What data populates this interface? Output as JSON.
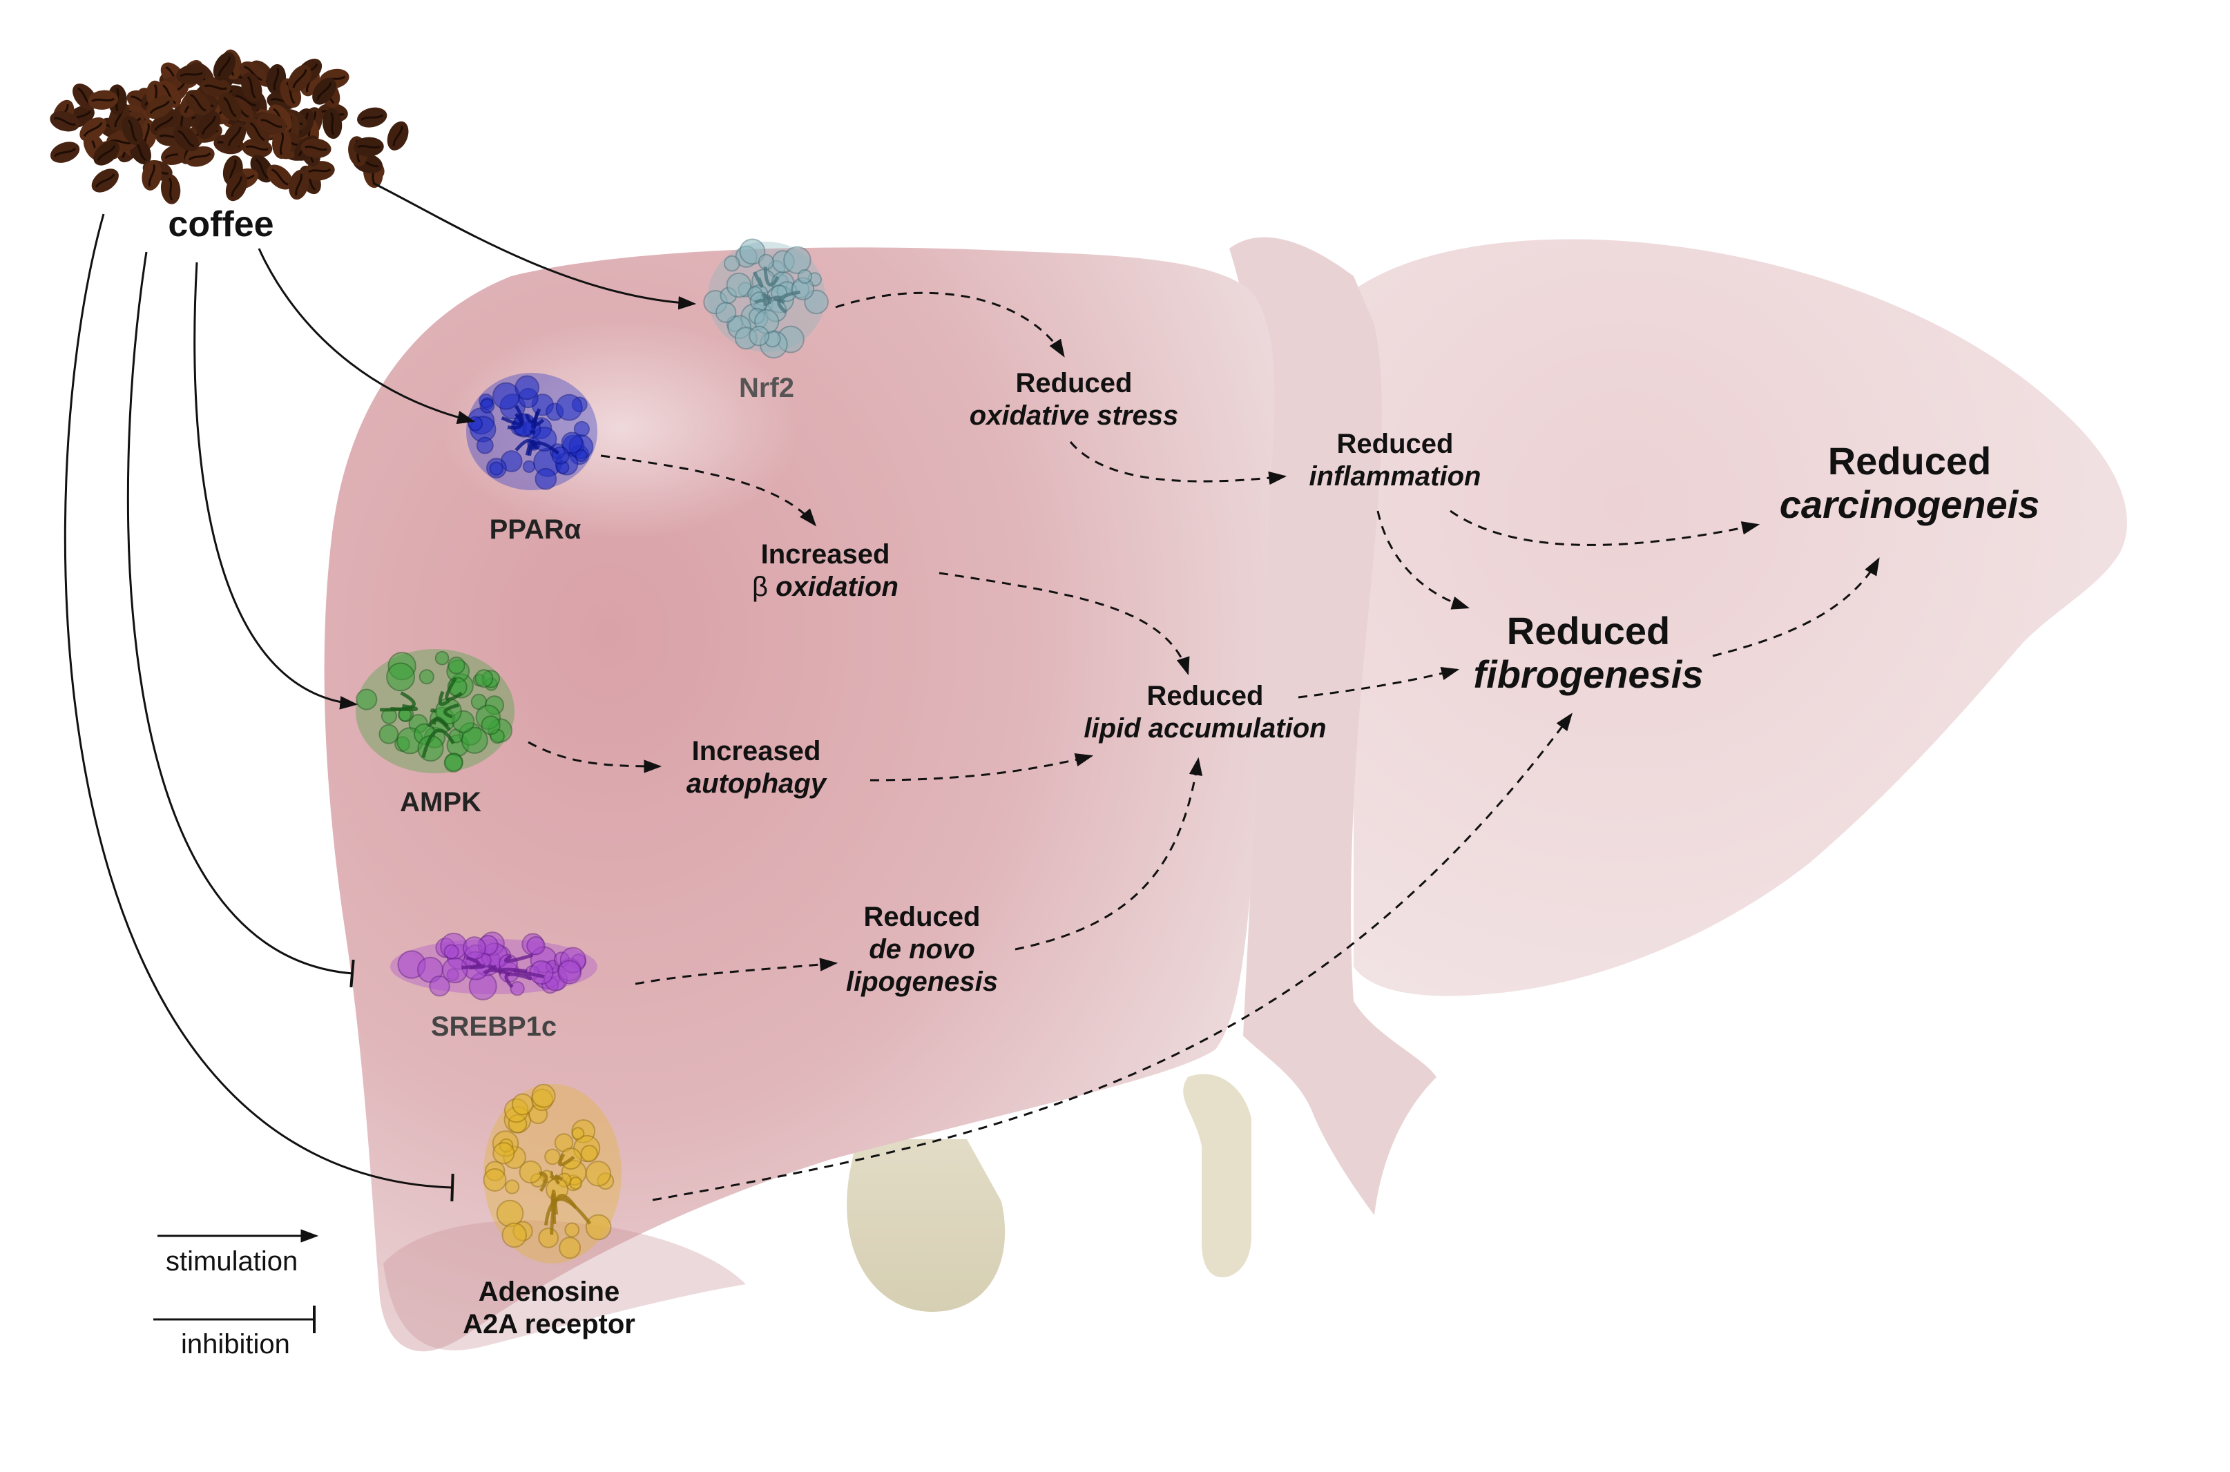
{
  "source": {
    "label": "coffee"
  },
  "proteins": [
    {
      "id": "nrf2",
      "label": "Nrf2",
      "color": "#8ab4bd",
      "dark": "#4d7780"
    },
    {
      "id": "ppara",
      "label": "PPARα",
      "color": "#1f2fc7",
      "dark": "#0a148a"
    },
    {
      "id": "ampk",
      "label": "AMPK",
      "color": "#3aa33a",
      "dark": "#1b5e1b"
    },
    {
      "id": "srebp1c",
      "label": "SREBP1c",
      "color": "#a84bd1",
      "dark": "#6a1f91"
    },
    {
      "id": "a2a",
      "label_line1": "Adenosine",
      "label_line2": "A2A receptor",
      "color": "#e1b42a",
      "dark": "#9b7510"
    }
  ],
  "effects": {
    "oxidative_stress": {
      "line1": "Reduced",
      "line2": "oxidative stress"
    },
    "inflammation": {
      "line1": "Reduced",
      "line2": "inflammation"
    },
    "beta_oxidation": {
      "line1": "Increased",
      "line2_prefix": "β",
      "line2": "oxidation"
    },
    "autophagy": {
      "line1": "Increased",
      "line2": "autophagy"
    },
    "lipid_accumulation": {
      "line1": "Reduced",
      "line2": "lipid accumulation"
    },
    "lipogenesis": {
      "line1": "Reduced",
      "line2": "de novo",
      "line3": "lipogenesis"
    },
    "fibrogenesis": {
      "line1": "Reduced",
      "line2": "fibrogenesis"
    },
    "carcinogenesis": {
      "line1": "Reduced",
      "line2": "carcinogeneis"
    }
  },
  "legend": {
    "stimulation": "stimulation",
    "inhibition": "inhibition"
  },
  "colors": {
    "liver_light": "#e8c8cb",
    "liver_dark": "#c98a92",
    "gallbladder": "#ddd8c0",
    "bean": "#4a2512",
    "line": "#111111"
  }
}
